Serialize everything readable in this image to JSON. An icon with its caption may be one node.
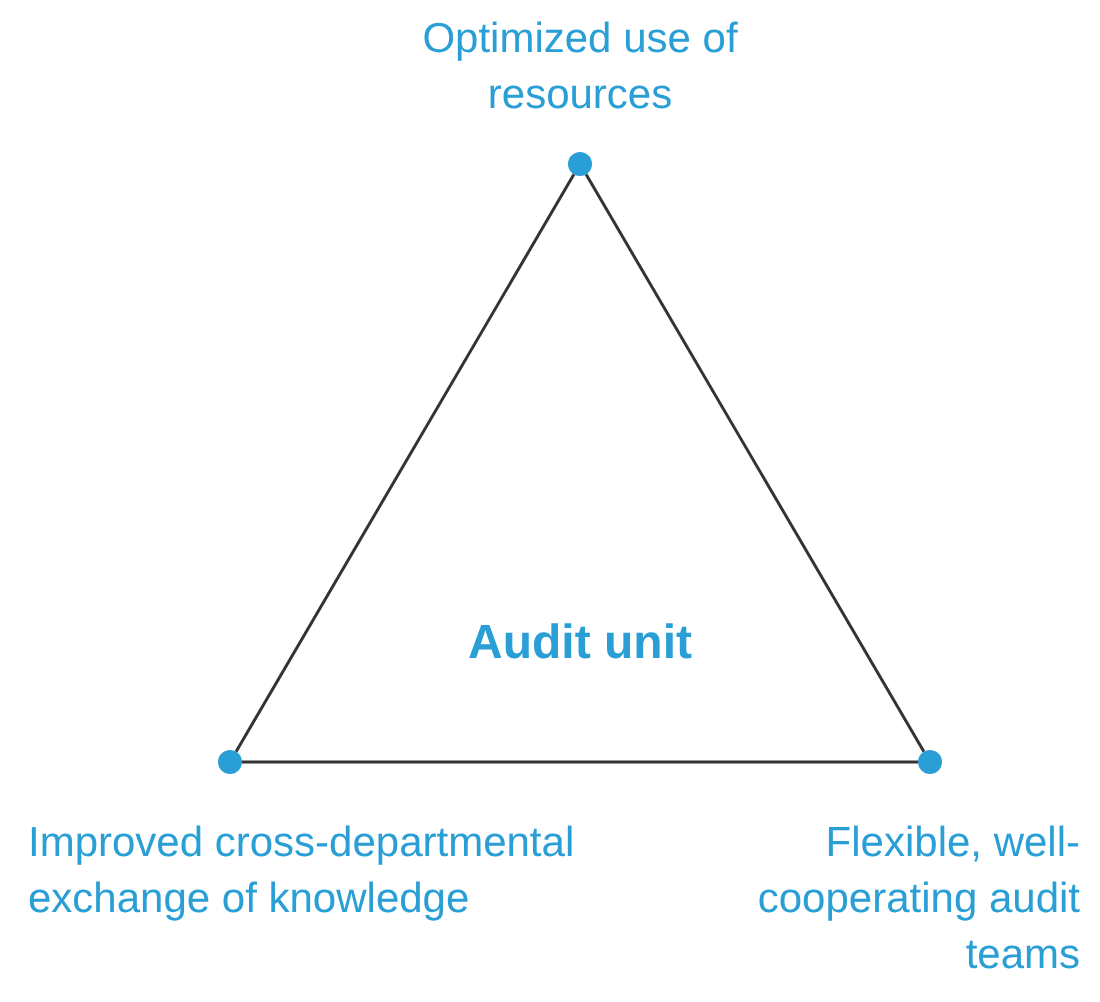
{
  "diagram": {
    "nodes": [
      {
        "text": [],
        "shape": "circle",
        "beside": [
          "Optimized use of resources"
        ]
      },
      {
        "text": [],
        "shape": "circle",
        "beside": [
          "Improved cross-departmental exchange of knowledge"
        ]
      },
      {
        "text": [],
        "shape": "circle",
        "beside": [
          "Flexible, well-cooperating audit teams"
        ]
      }
    ],
    "edges": [
      {
        "from": 0,
        "to": 1,
        "arrow": "none"
      },
      {
        "from": 1,
        "to": 2,
        "arrow": "none"
      },
      {
        "from": 2,
        "to": 0,
        "arrow": "none"
      }
    ],
    "labels": [
      "Audit unit"
    ]
  }
}
